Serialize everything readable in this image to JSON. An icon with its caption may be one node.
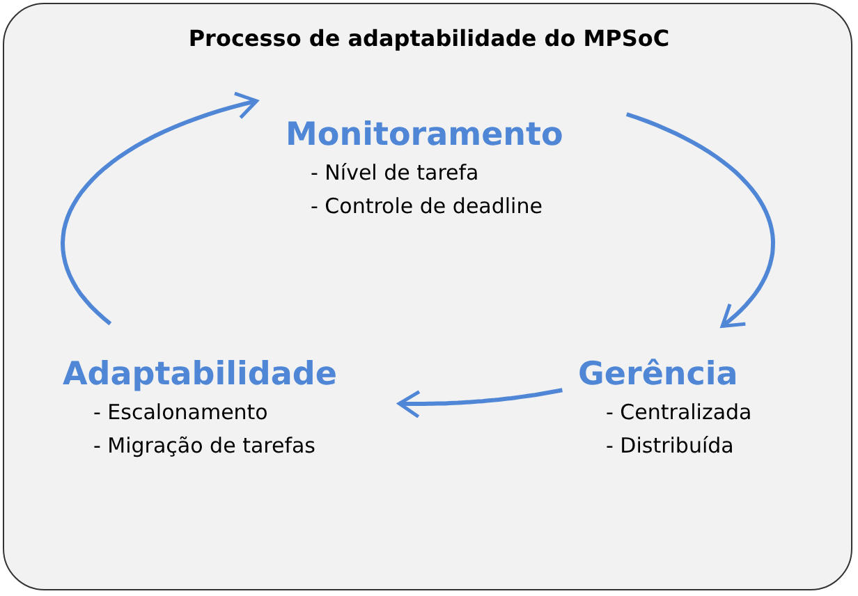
{
  "diagram": {
    "title": "Processo de adaptabilidade do MPSoC",
    "nodes": [
      {
        "text": [
          "Monitoramento",
          "- Nível de tarefa",
          "- Controle de deadline"
        ]
      },
      {
        "text": [
          "Gerência",
          "- Centralizada",
          "- Distribuída"
        ]
      },
      {
        "text": [
          "Adaptabilidade",
          "- Escalonamento",
          "- Migração de tarefas"
        ]
      }
    ],
    "edges": [
      {
        "from": 0,
        "to": 1,
        "arrow": "to"
      },
      {
        "from": 1,
        "to": 2,
        "arrow": "to"
      },
      {
        "from": 2,
        "to": 0,
        "arrow": "to"
      }
    ]
  }
}
